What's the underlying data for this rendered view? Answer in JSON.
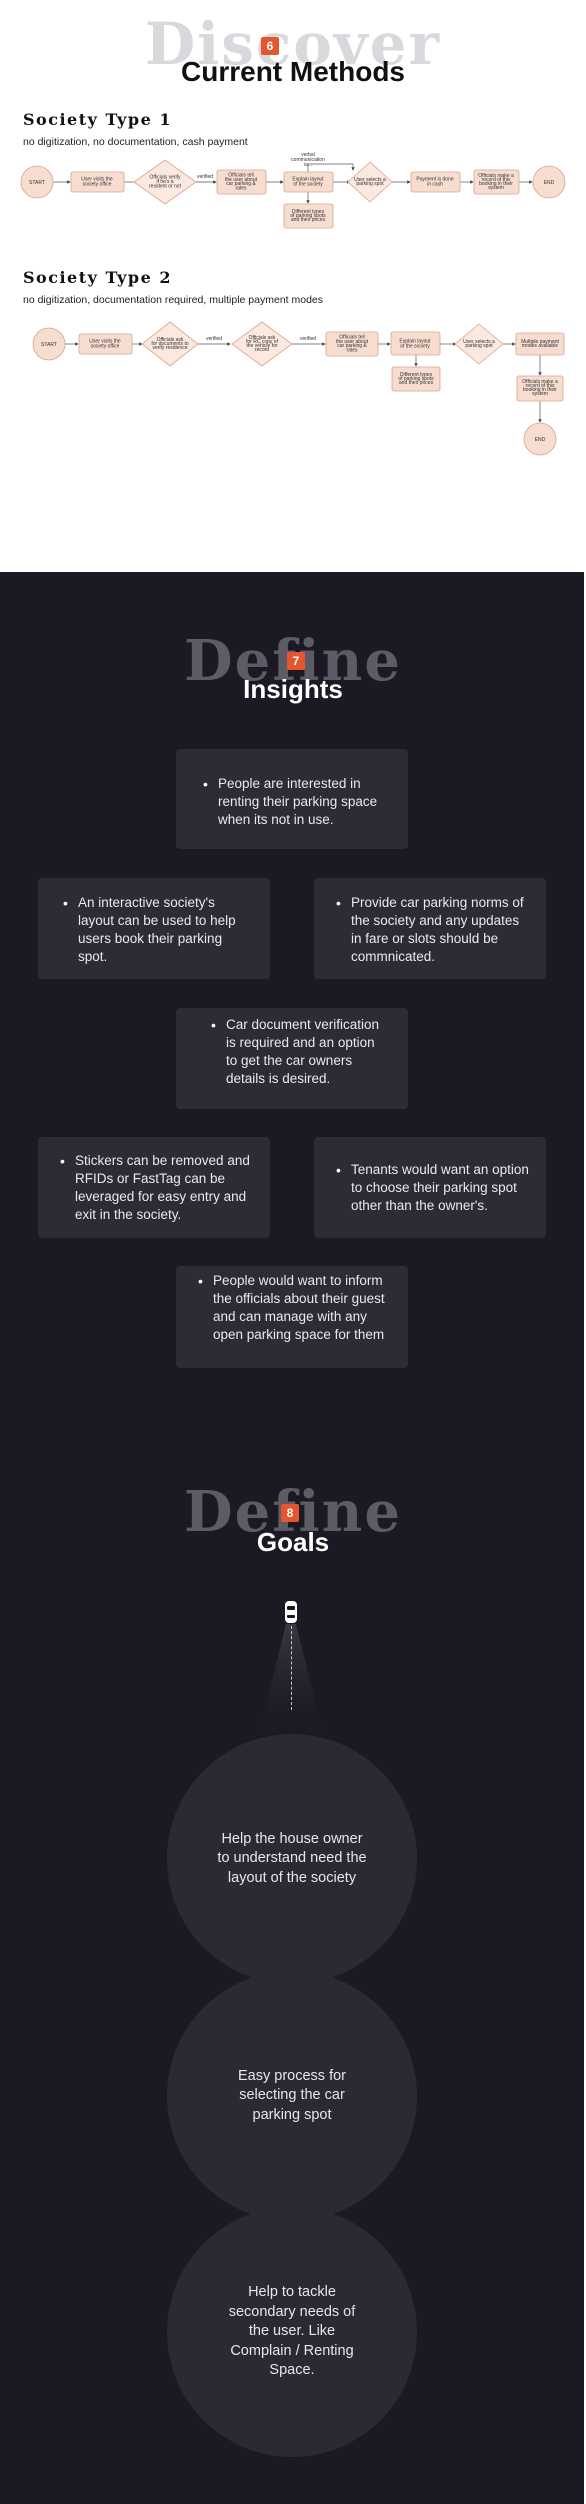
{
  "discover": {
    "word": "Discover",
    "badge": "6",
    "title": "Current Methods"
  },
  "society1": {
    "title": "Society Type 1",
    "desc": "no digitization, no documentation, cash payment",
    "nodes": {
      "start": "START",
      "n1": "User visits the society office",
      "n2": "Officials verify if he's a resident or not",
      "n3": "Officials tell the user about car parking & rates",
      "n4": "Explain layout of the society",
      "n4b": "Different types of parking spots and their prices",
      "n5": "User selects a parking spot",
      "n6": "Payment is done in cash",
      "n7": "Officials make a record of this booking in their system",
      "end": "END"
    },
    "labels": {
      "verified": "verified",
      "verbal": "verbal communication is..."
    }
  },
  "society2": {
    "title": "Society Type 2",
    "desc": "no digitization, documentation required, multiple payment modes",
    "nodes": {
      "start": "START",
      "n1": "User visits the society office",
      "n2": "Officials ask for documents to verify residence",
      "n3": "Officials ask for RC copy of the vehicle for record",
      "n4": "Officials tell the user about car parking & rates",
      "n5": "Explain layout of the society",
      "n5b": "Different types of parking spots and their prices",
      "n6": "User selects a parking spot",
      "n7": "Multiple payment modes available",
      "n8": "Officials make a record of this booking in their system",
      "end": "END"
    },
    "labels": {
      "verified1": "verified",
      "verified2": "verified"
    }
  },
  "define_insights": {
    "word": "Define",
    "badge": "7",
    "title": "Insights",
    "cards": [
      "People are interested in renting their parking space when its not in use.",
      "An interactive society's layout can be used to help users book their parking spot.",
      "Provide car parking norms of the society and any updates in fare or slots should  be commnicated.",
      "Car document verification is required and an option to get the car owners details is desired.",
      "Stickers can be removed and RFIDs or FastTag can be leveraged for easy entry and exit in the society.",
      "Tenants would want an option to choose their parking spot other than the owner's.",
      "People would want to inform the officials about their guest and can manage with any open parking space for them"
    ]
  },
  "define_goals": {
    "word": "Define",
    "badge": "8",
    "title": "Goals",
    "icon": "car-icon",
    "goals": [
      "Help the house owner to understand need the layout of the society",
      "Easy process for selecting the car parking spot",
      "Help to tackle secondary needs of the user. Like Complain / Renting Space."
    ]
  },
  "colors": {
    "accent": "#e4572e",
    "node_fill": "#f6ddd0",
    "node_stroke": "#d9a48e",
    "dark_bg": "#1b1a24",
    "card_bg": "#2c2b36"
  }
}
